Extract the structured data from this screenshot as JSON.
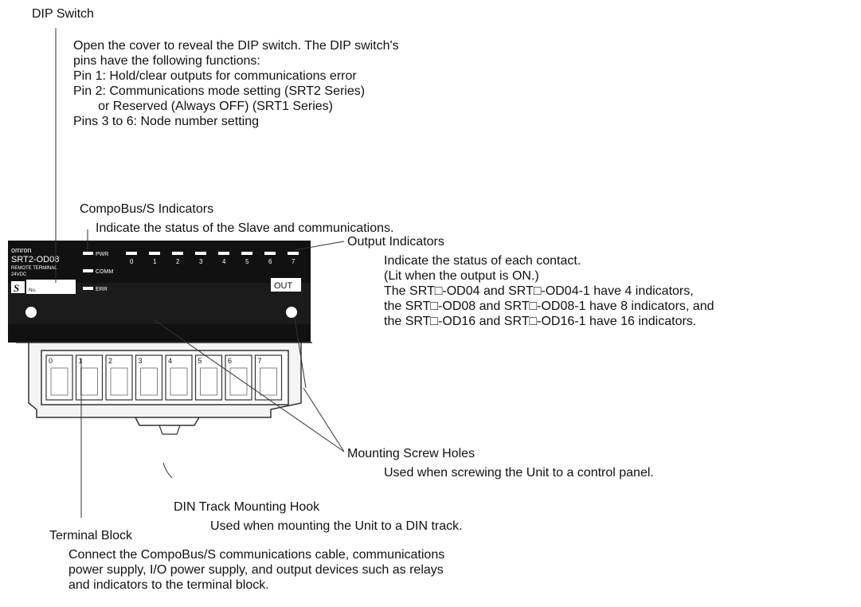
{
  "dip": {
    "title": "DIP Switch",
    "lines": [
      "Open the cover to reveal the DIP switch. The DIP switch's",
      "pins have the following functions:",
      "Pin 1: Hold/clear outputs for communications error",
      "Pin 2: Communications mode setting (SRT2 Series)",
      "       or Reserved (Always OFF) (SRT1 Series)",
      "Pins 3 to 6: Node number setting"
    ]
  },
  "compobus": {
    "title": "CompoBus/S Indicators",
    "lines": [
      "Indicate the status of the Slave and communications."
    ]
  },
  "output": {
    "title": "Output Indicators",
    "lines": [
      "Indicate the status of each contact.",
      "(Lit when the output is ON.)",
      "The SRT□-OD04 and SRT□-OD04-1 have 4 indicators,",
      "the SRT□-OD08 and SRT□-OD08-1 have 8 indicators, and",
      "the SRT□-OD16 and SRT□-OD16-1 have 16 indicators."
    ]
  },
  "screw": {
    "title": "Mounting Screw Holes",
    "lines": [
      "Used when screwing the Unit to a control panel."
    ]
  },
  "din": {
    "title": "DIN Track Mounting Hook",
    "lines": [
      "Used when mounting the Unit to a DIN track."
    ]
  },
  "terminal": {
    "title": "Terminal Block",
    "lines": [
      "Connect the CompoBus/S communications cable, communications",
      "power supply, I/O power supply, and output devices such as relays",
      "and indicators to the terminal block."
    ]
  },
  "device": {
    "brand": "omron",
    "model": "SRT2-OD08",
    "type": "REMOTE TERMINAL",
    "voltage": "24VDC",
    "no_label": "No.",
    "pwr": "PWR",
    "comm": "COMM",
    "err": "ERR",
    "out": "OUT",
    "channels": [
      "0",
      "1",
      "2",
      "3",
      "4",
      "5",
      "6",
      "7"
    ],
    "terminals": [
      "0",
      "1",
      "2",
      "3",
      "4",
      "5",
      "6",
      "7"
    ]
  }
}
